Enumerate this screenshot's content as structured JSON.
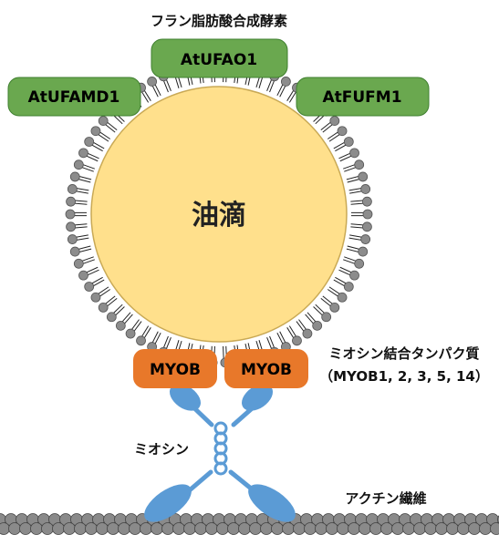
{
  "labels": {
    "enzyme_group": "フラン脂肪酸合成酵素",
    "droplet": "油滴",
    "myob_group": "ミオシン結合タンパク質",
    "myob_members": "（MYOB1, 2, 3, 5, 14）",
    "myosin": "ミオシン",
    "actin": "アクチン繊維"
  },
  "enzymes": [
    {
      "name": "AtUFAO1"
    },
    {
      "name": "AtUFAMD1"
    },
    {
      "name": "AtFUFM1"
    }
  ],
  "myob_proteins": [
    {
      "name": "MYOB"
    },
    {
      "name": "MYOB"
    }
  ],
  "colors": {
    "enzyme_fill": "#6aa84f",
    "enzyme_stroke": "#3f7f2f",
    "droplet_fill": "#ffe08c",
    "droplet_stroke": "#c9a955",
    "lipid_head": "#8c8c8c",
    "myob_fill": "#e8782a",
    "myosin_fill": "#5b9bd5",
    "actin_fill": "#8a8a8a"
  }
}
